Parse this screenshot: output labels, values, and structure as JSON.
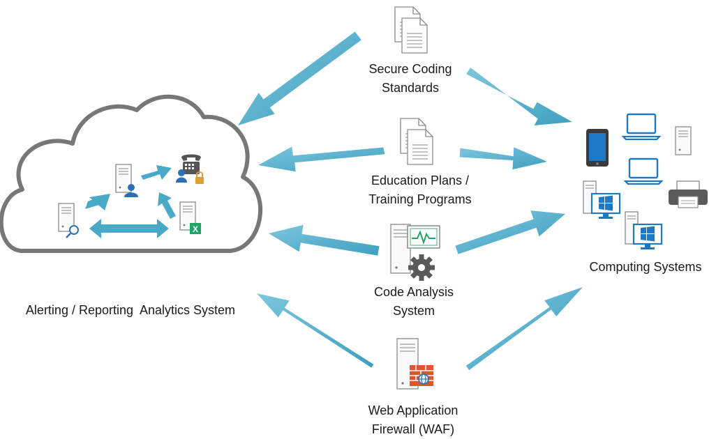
{
  "nodes": {
    "secure_coding": [
      "Secure Coding",
      "Standards"
    ],
    "education": [
      "Education Plans /",
      "Training Programs"
    ],
    "code_analysis": [
      "Code Analysis",
      "System"
    ],
    "waf": [
      "Web Application",
      "Firewall (WAF)"
    ],
    "alerting": "Alerting / Reporting  Analytics System",
    "computing": "Computing Systems"
  },
  "colors": {
    "arrow": "#4ba9c8",
    "cloud_stroke": "#7a7a7a",
    "screen": "#1e78c8",
    "excel": "#21a366",
    "firewall": "#e0552b"
  }
}
